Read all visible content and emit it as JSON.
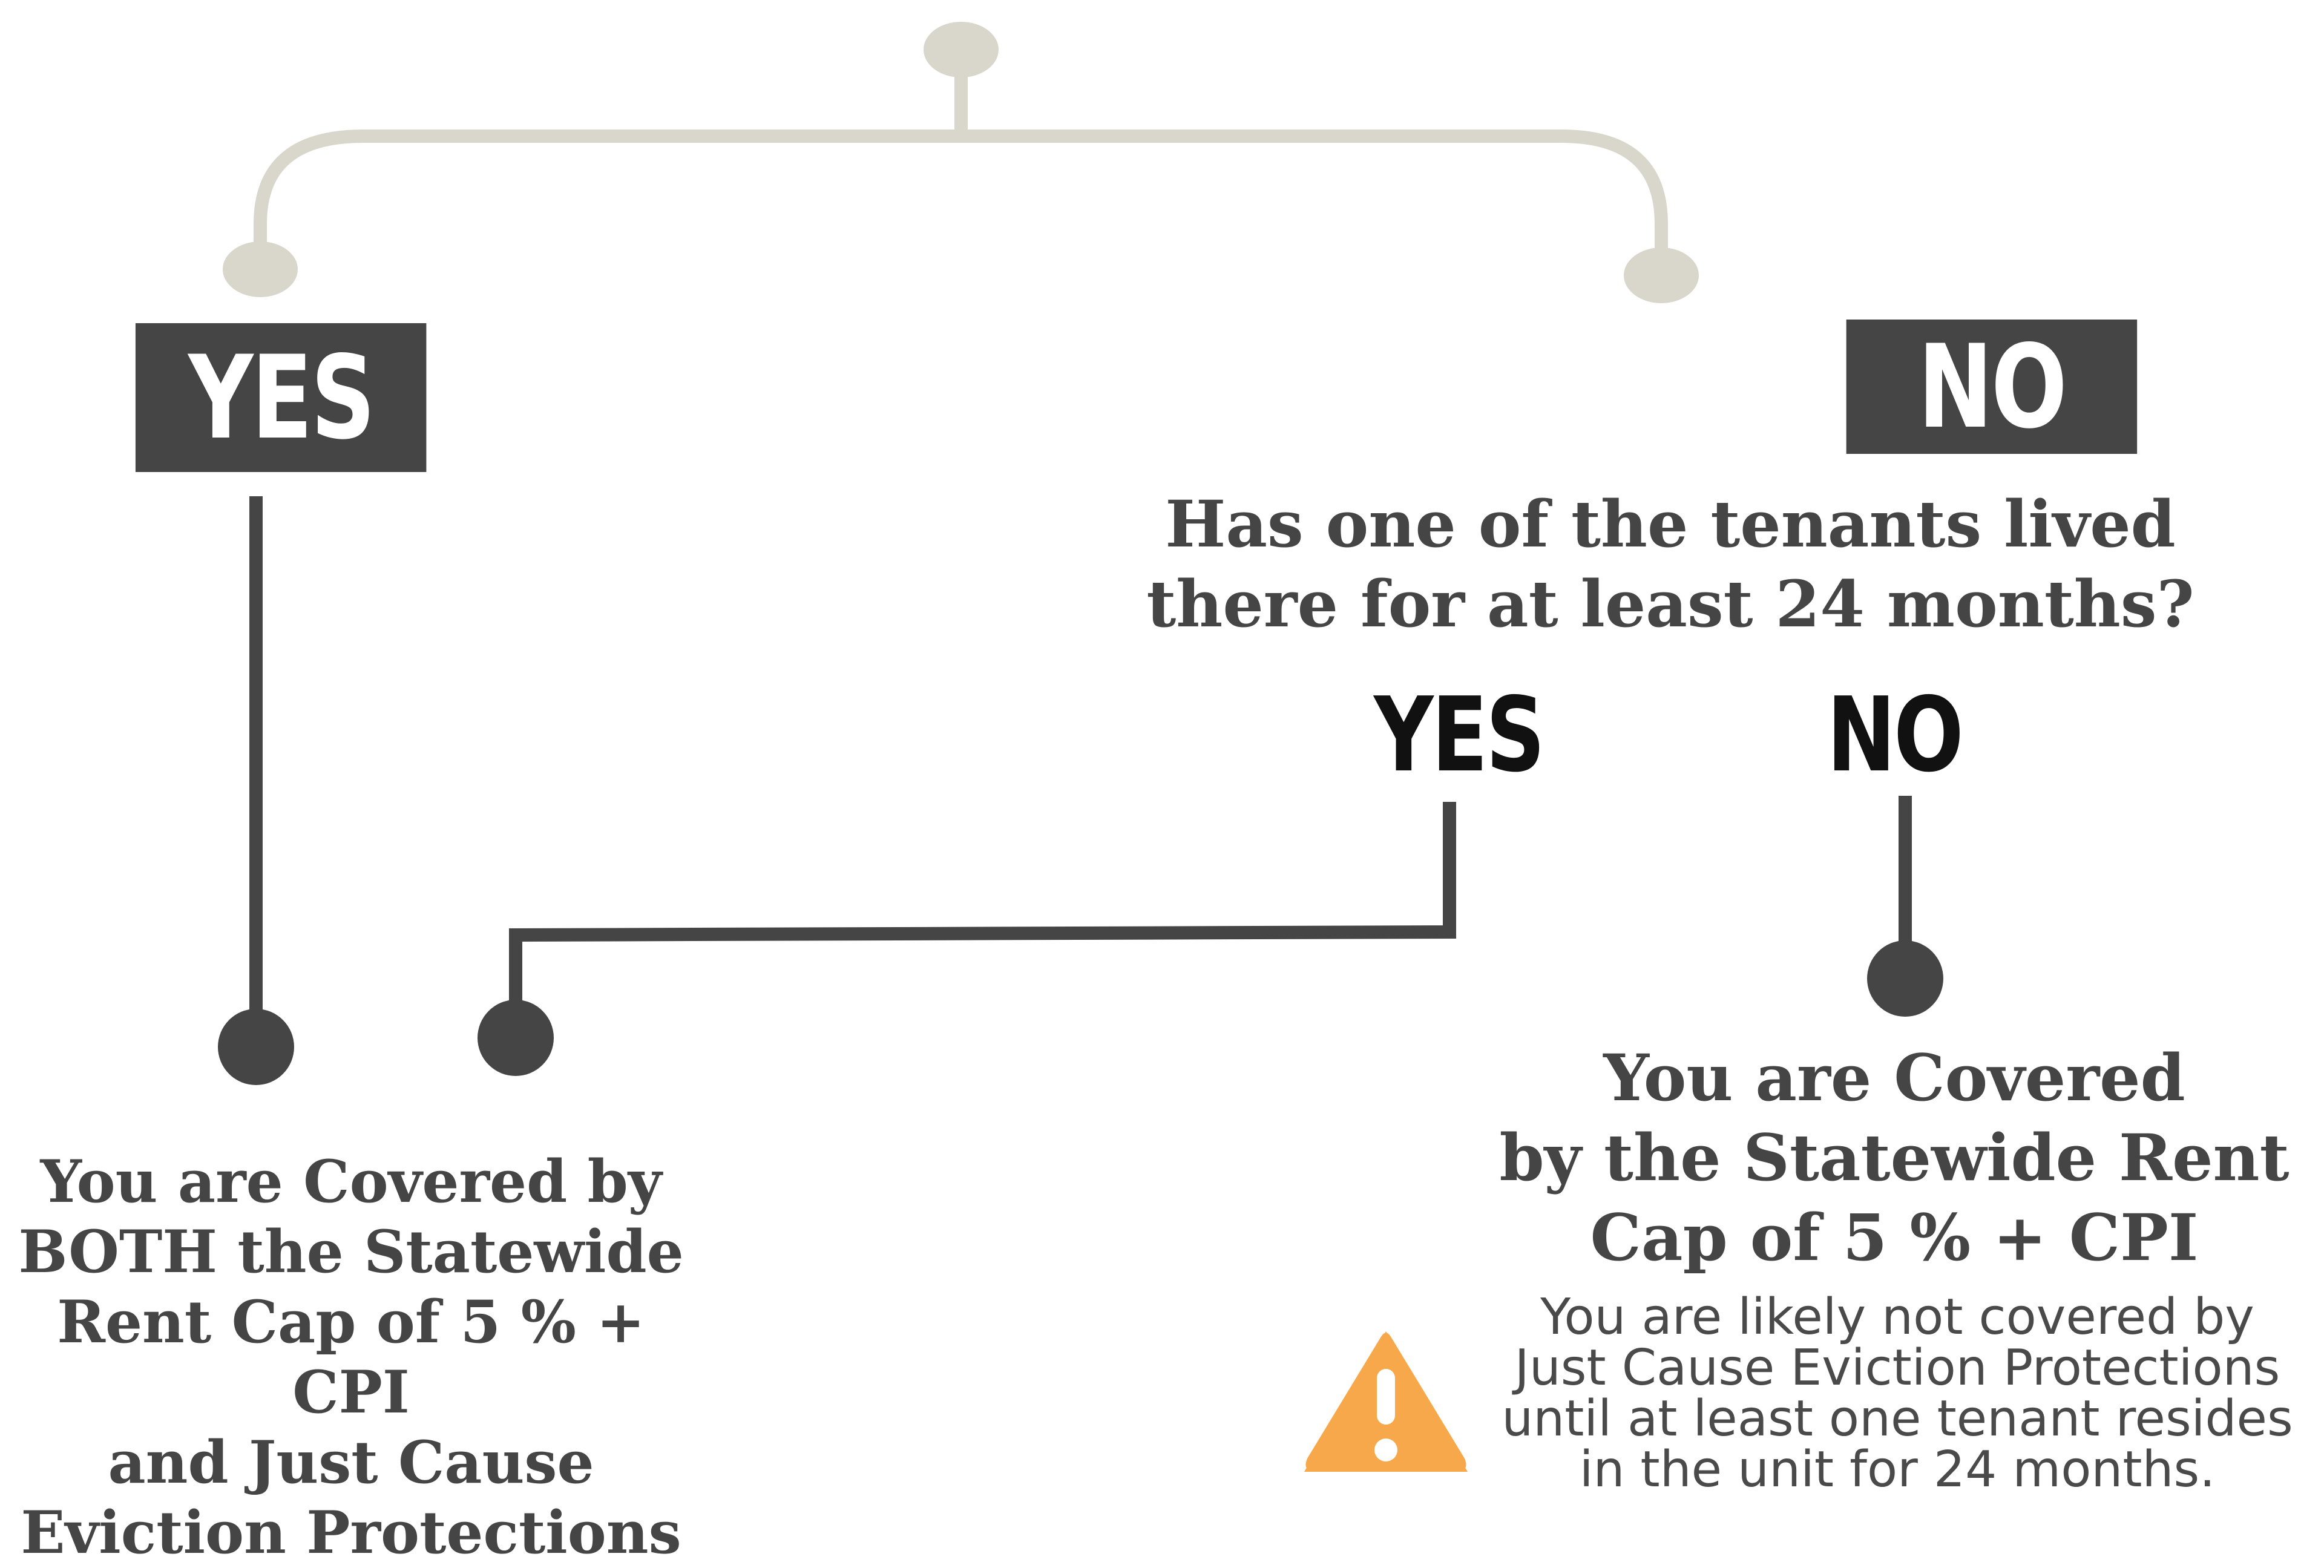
{
  "colors": {
    "connector_light": "#d9d6cb",
    "connector_dark": "#454545",
    "box_fill": "#454545",
    "box_text": "#ffffff",
    "warning": "#f7a84a"
  },
  "top_branch": {
    "yes_label": "YES",
    "no_label": "NO"
  },
  "question": {
    "text": "Has one of the tenants lived\nthere for at least 24 months?",
    "yes_label": "YES",
    "no_label": "NO"
  },
  "outcomes": {
    "both": "You are Covered by\nBOTH the Statewide\nRent Cap of 5 % + CPI\nand Just Cause\nEviction Protections",
    "rent_cap_only": "You are Covered\nby the Statewide Rent\nCap of 5 % + CPI",
    "warning_icon": "warning-triangle-icon",
    "warning_text": "You are likely not covered by\nJust Cause Eviction Protections\nuntil at least one tenant resides\nin the unit for 24 months."
  }
}
